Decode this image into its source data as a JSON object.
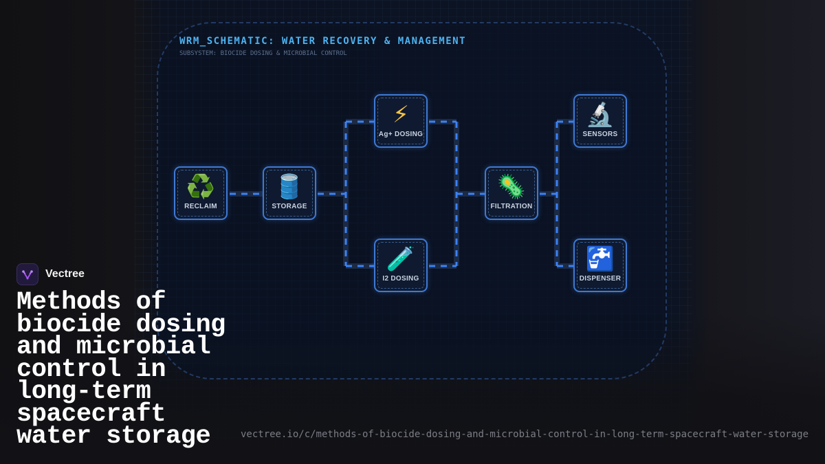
{
  "schematic": {
    "title": "WRM_SCHEMATIC: WATER RECOVERY & MANAGEMENT",
    "subtitle": "SUBSYSTEM: BIOCIDE DOSING & MICROBIAL CONTROL"
  },
  "nodes": {
    "reclaim": {
      "icon": "♻️",
      "icon_name": "recycle-icon",
      "label": "RECLAIM"
    },
    "storage": {
      "icon": "🛢️",
      "icon_name": "barrel-icon",
      "label": "STORAGE"
    },
    "ag_dosing": {
      "icon": "⚡",
      "icon_name": "lightning-icon",
      "label": "Ag+ DOSING"
    },
    "i2_dosing": {
      "icon": "🧪",
      "icon_name": "test-tube-icon",
      "label": "I2 DOSING"
    },
    "filtration": {
      "icon": "🦠",
      "icon_name": "microbe-icon",
      "label": "FILTRATION"
    },
    "sensors": {
      "icon": "🔬",
      "icon_name": "microscope-icon",
      "label": "SENSORS"
    },
    "dispenser": {
      "icon": "🚰",
      "icon_name": "water-tap-icon",
      "label": "DISPENSER"
    }
  },
  "brand": {
    "name": "Vectree"
  },
  "headline": "Methods of biocide dosing and microbial control in long-term spacecraft water storage",
  "url": "vectree.io/c/methods-of-biocide-dosing-and-microbial-control-in-long-term-spacecraft-water-storage",
  "colors": {
    "accent": "#4fb2f0",
    "node_border": "#3f79d3",
    "connector": "#3b82f6",
    "background": "#0c1322"
  }
}
